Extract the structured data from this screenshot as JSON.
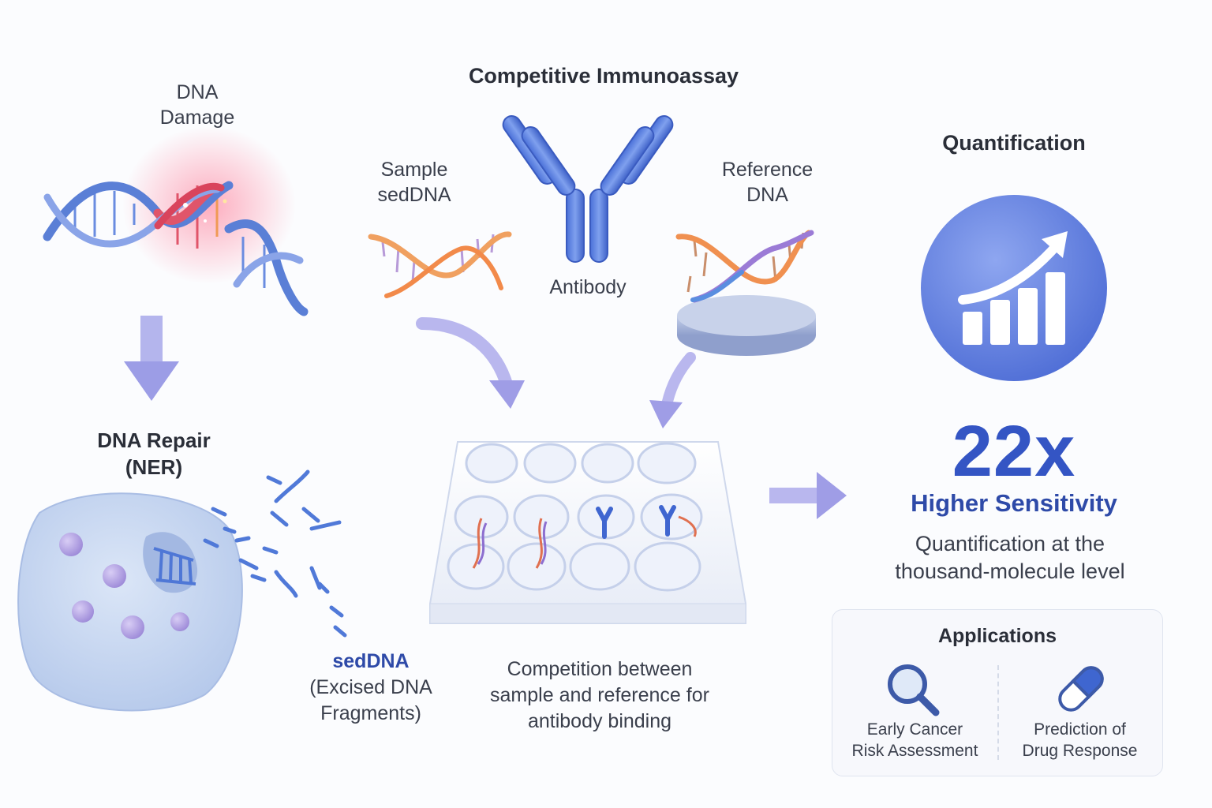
{
  "dna_damage": {
    "line1": "DNA",
    "line2": "Damage"
  },
  "dna_repair": {
    "line1": "DNA Repair",
    "line2": "(NER)"
  },
  "seddna": {
    "line1": "sedDNA",
    "line2": "(Excised DNA",
    "line3": "Fragments)"
  },
  "immunoassay": {
    "title": "Competitive Immunoassay",
    "sample_line1": "Sample",
    "sample_line2": "sedDNA",
    "antibody": "Antibody",
    "reference_line1": "Reference",
    "reference_line2": "DNA",
    "caption_line1": "Competition between",
    "caption_line2": "sample and reference for",
    "caption_line3": "antibody binding"
  },
  "quantification": {
    "title": "Quantification",
    "multiplier": "22x",
    "sensitivity": "Higher Sensitivity",
    "detail_line1": "Quantification at the",
    "detail_line2": "thousand-molecule level"
  },
  "applications": {
    "title": "Applications",
    "items": [
      {
        "line1": "Early Cancer",
        "line2": "Risk Assessment",
        "icon": "magnifier-icon"
      },
      {
        "line1": "Prediction of",
        "line2": "Drug Response",
        "icon": "capsule-icon"
      }
    ]
  },
  "colors": {
    "accent": "#3455c4",
    "arrow": "#a7a8ea",
    "dna_blue": "#5a7fd6",
    "dna_red": "#e0556a",
    "cell": "#c8d8f0"
  }
}
